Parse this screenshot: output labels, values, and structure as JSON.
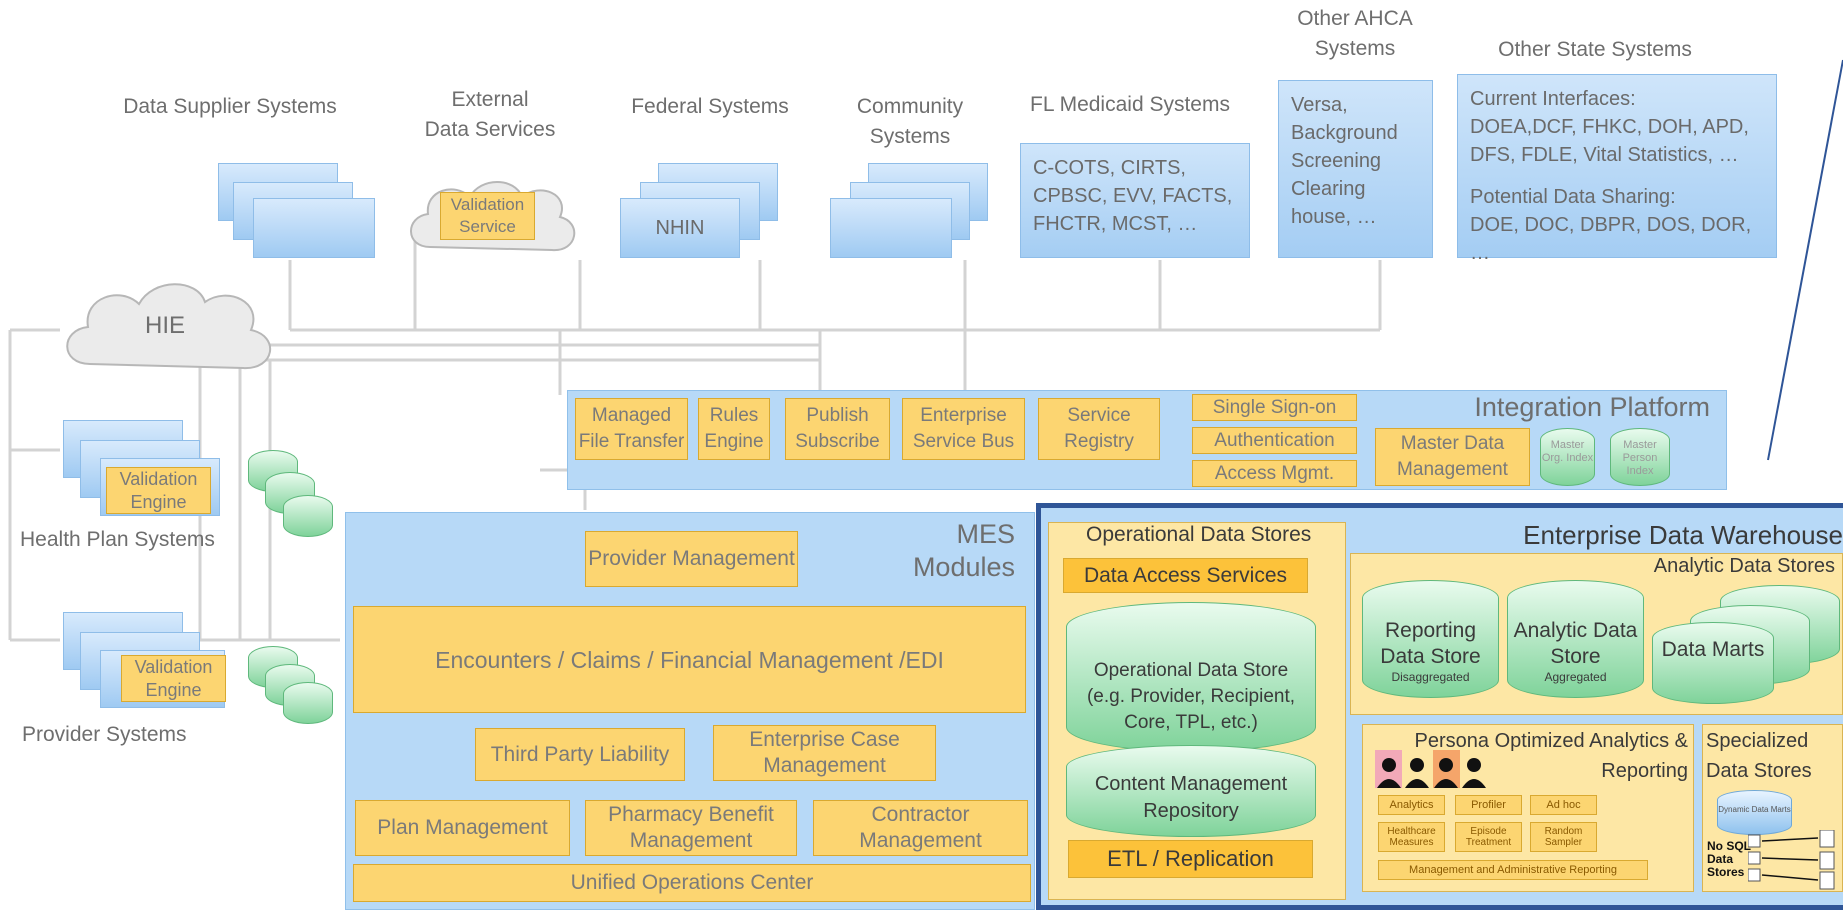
{
  "top": {
    "data_supplier": "Data Supplier Systems",
    "external_data": "External\nData Services",
    "validation_service": "Validation Service",
    "federal": "Federal Systems",
    "nhin": "NHIN",
    "community": "Community\nSystems",
    "fl_medicaid": "FL Medicaid Systems",
    "fl_medicaid_list": "C-COTS, CIRTS, CPBSC, EVV, FACTS, FHCTR, MCST, …",
    "other_ahca": "Other AHCA\nSystems",
    "other_ahca_list": "Versa, Background Screening Clearing house, …",
    "other_state": "Other State Systems",
    "current_interfaces": "Current Interfaces:\nDOEA,DCF, FHKC, DOH, APD, DFS, FDLE, Vital Statistics, …",
    "potential_sharing": "Potential Data Sharing:\nDOE, DOC, DBPR, DOS, DOR, …"
  },
  "left": {
    "hie": "HIE",
    "validation_engine": "Validation Engine",
    "health_plan": "Health Plan Systems",
    "provider": "Provider Systems"
  },
  "integration": {
    "title": "Integration Platform",
    "managed_file_transfer": "Managed File Transfer",
    "rules_engine": "Rules Engine",
    "publish_subscribe": "Publish Subscribe",
    "enterprise_service_bus": "Enterprise Service Bus",
    "service_registry": "Service Registry",
    "single_sign_on": "Single Sign-on",
    "authentication": "Authentication",
    "access_mgmt": "Access Mgmt.",
    "master_data": "Master Data Management",
    "master_org_index": "Master Org. Index",
    "master_person_index": "Master Person Index"
  },
  "mes": {
    "title": "MES\nModules",
    "provider_management": "Provider Management",
    "encounters": "Encounters  / Claims / Financial Management /EDI",
    "tpl": "Third Party Liability",
    "enterprise_case": "Enterprise Case Management",
    "plan_management": "Plan Management",
    "pharmacy": "Pharmacy Benefit Management",
    "contractor": "Contractor Management",
    "uoc": "Unified Operations Center"
  },
  "edw": {
    "title": "Enterprise Data Warehouse",
    "ods_title": "Operational Data Stores",
    "data_access": "Data Access Services",
    "ods": "Operational Data Store (e.g. Provider, Recipient, Core, TPL, etc.)",
    "cmr": "Content Management Repository",
    "etl": "ETL / Replication",
    "analytic_stores_title": "Analytic Data Stores",
    "reporting_store": "Reporting Data Store",
    "reporting_sub": "Disaggregated",
    "analytic_store": "Analytic Data Store",
    "analytic_sub": "Aggregated",
    "data_marts": "Data Marts",
    "persona": "Persona Optimized Analytics & Reporting",
    "analytics": "Analytics",
    "profiler": "Profiler",
    "ad_hoc": "Ad hoc",
    "healthcare_measures": "Healthcare Measures",
    "episode_treatment": "Episode Treatment",
    "random_sampler": "Random Sampler",
    "mgmt_reporting": "Management and Administrative Reporting",
    "specialized": "Specialized Data Stores",
    "dynamic_marts": "Dynamic Data Marts",
    "nosql": "No SQL Data Stores"
  },
  "colors": {
    "yellow": "#fcd571",
    "blue_box": "#b6d8f7",
    "edw_border": "#2f5597",
    "green_cylinder": "#7fd39a"
  }
}
